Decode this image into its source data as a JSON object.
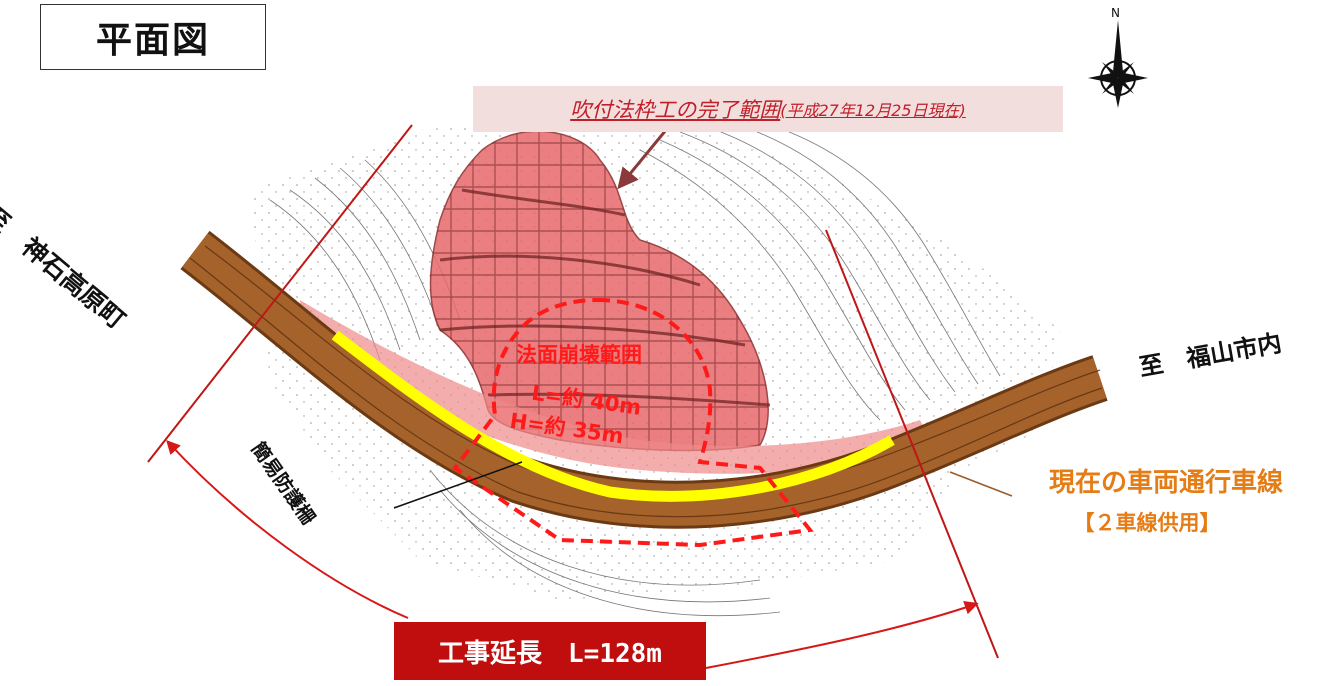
{
  "title": "平面図",
  "note": {
    "main": "吹付法枠工の完了範囲",
    "sub": "(平成27年12月25日現在)"
  },
  "directions": {
    "left": "至　神石高原町",
    "right": "至　福山市内"
  },
  "compass_north": "N",
  "collapse": {
    "title": "法面崩壊範囲",
    "length": "L=約 40m",
    "height": "H=約 35m"
  },
  "fence_label": "簡易防護柵",
  "lane": {
    "line1": "現在の車両通行車線",
    "line2": "【２車線供用】"
  },
  "construction_length": "工事延長　L=128m",
  "colors": {
    "road": "#a5622a",
    "road_edge": "#6b3a14",
    "barrier": "#ffff00",
    "slope_fill": "#e8686a",
    "collapse_outline": "#ff1a1a",
    "accent_red": "#c00e0e",
    "lane_label": "#e57d17",
    "note_bg": "#f3dede"
  }
}
